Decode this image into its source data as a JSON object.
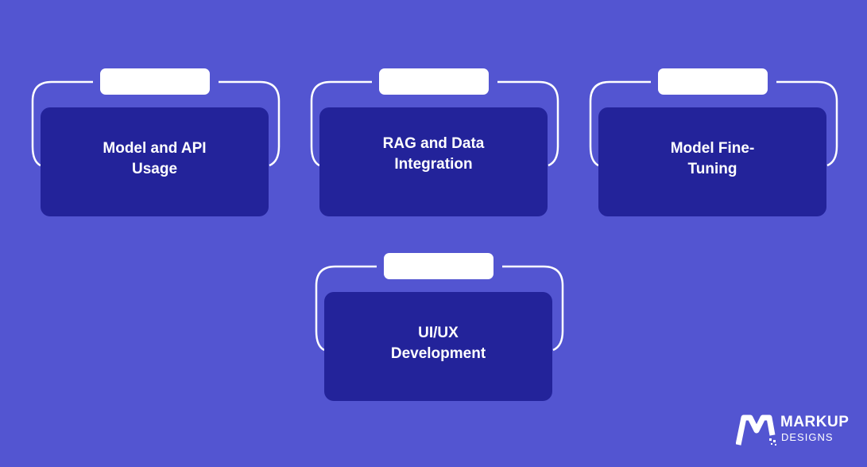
{
  "boxes": [
    {
      "label": "Model and API Usage"
    },
    {
      "label": "RAG and Data Integration"
    },
    {
      "label": "Model Fine-Tuning"
    },
    {
      "label": "UI/UX Development"
    }
  ],
  "logo": {
    "name": "MARKUP",
    "sub": "DESIGNS",
    "icon": "m-logo-icon"
  },
  "colors": {
    "background": "#5355d1",
    "card": "#23239a",
    "frame": "#ffffff"
  }
}
